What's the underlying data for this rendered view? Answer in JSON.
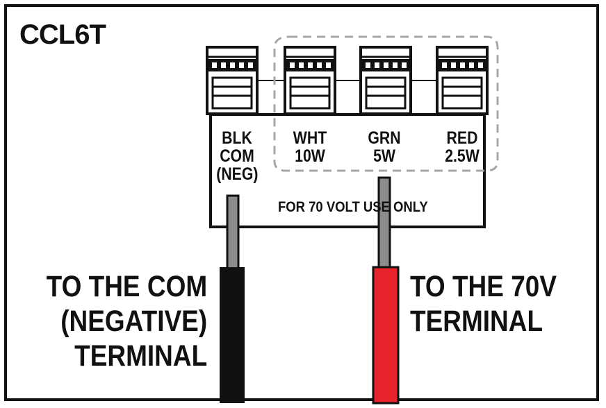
{
  "model": "CCL6T",
  "taps": [
    {
      "color": "BLK",
      "line2": "COM",
      "line3": "(NEG)"
    },
    {
      "color": "WHT",
      "line2": "10W"
    },
    {
      "color": "GRN",
      "line2": "5W"
    },
    {
      "color": "RED",
      "line2": "2.5W"
    }
  ],
  "note": "FOR 70 VOLT USE ONLY",
  "left_label": [
    "TO THE COM",
    "(NEGATIVE)",
    "TERMINAL"
  ],
  "right_label": [
    "TO THE 70V",
    "TERMINAL"
  ],
  "colors": {
    "black_wire": "#111111",
    "red_wire": "#e8232b",
    "conductor": "#8c8c8c",
    "dashed_group": "#a6a6a6"
  }
}
